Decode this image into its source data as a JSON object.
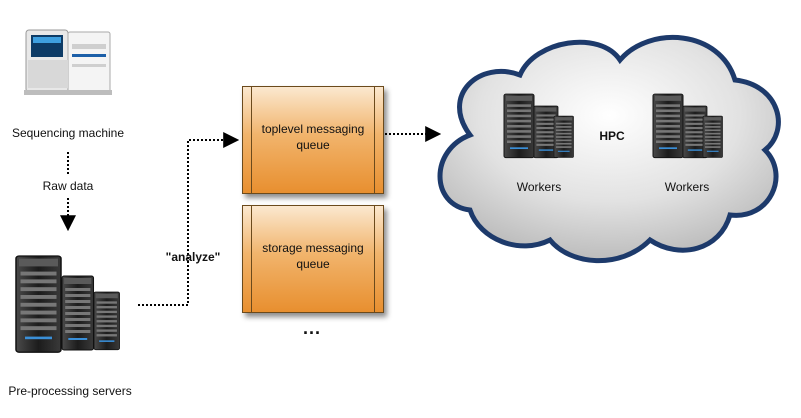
{
  "labels": {
    "sequencing_machine": "Sequencing machine",
    "raw_data": "Raw data",
    "preprocessing_servers": "Pre-processing servers",
    "analyze": "\"analyze\"",
    "hpc": "HPC",
    "workers_left": "Workers",
    "workers_right": "Workers",
    "ellipsis": "..."
  },
  "queues": [
    {
      "label": "toplevel messaging queue"
    },
    {
      "label": "storage messaging queue"
    }
  ],
  "colors": {
    "cloud_border": "#1d3a6b",
    "queue_orange": "#e88f2f",
    "server_dark": "#2a2a2a",
    "server_led": "#3a8fd8"
  }
}
